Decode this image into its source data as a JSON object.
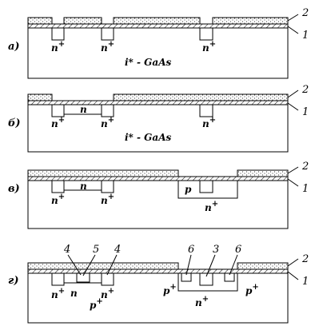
{
  "figure": {
    "stages": [
      {
        "label": "а)",
        "substrate": "i* - GaAs",
        "regions": [
          {
            "text": "n",
            "sup": "+"
          },
          {
            "text": "n",
            "sup": "+"
          },
          {
            "text": "n",
            "sup": "+"
          }
        ],
        "layers": [
          "2",
          "1"
        ]
      },
      {
        "label": "б)",
        "substrate": "i* - GaAs",
        "regions": [
          {
            "text": "n",
            "sup": "+"
          },
          {
            "text": "n",
            "sup": ""
          },
          {
            "text": "n",
            "sup": "+"
          },
          {
            "text": "n",
            "sup": "+"
          }
        ],
        "layers": [
          "2",
          "1"
        ]
      },
      {
        "label": "в)",
        "regions": [
          {
            "text": "n",
            "sup": "+"
          },
          {
            "text": "n",
            "sup": ""
          },
          {
            "text": "n",
            "sup": "+"
          },
          {
            "text": "p",
            "sup": ""
          },
          {
            "text": "n",
            "sup": "+"
          }
        ],
        "layers": [
          "2",
          "1"
        ]
      },
      {
        "label": "г)",
        "regions": [
          {
            "text": "n",
            "sup": "+"
          },
          {
            "text": "n",
            "sup": ""
          },
          {
            "text": "p",
            "sup": "+"
          },
          {
            "text": "n",
            "sup": "+"
          },
          {
            "text": "p",
            "sup": "+"
          },
          {
            "text": "n",
            "sup": "+"
          },
          {
            "text": "p",
            "sup": "+"
          }
        ],
        "callouts": [
          "4",
          "5",
          "4",
          "6",
          "3",
          "6"
        ],
        "layers": [
          "2",
          "1"
        ]
      }
    ]
  }
}
